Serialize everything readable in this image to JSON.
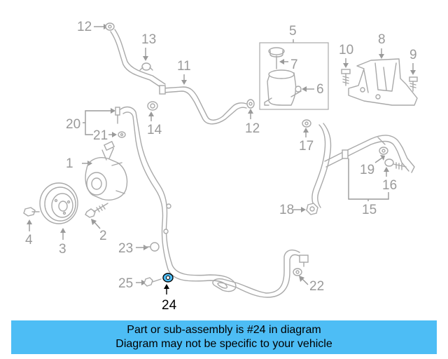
{
  "diagram": {
    "callouts": {
      "p1": "1",
      "p2": "2",
      "p3": "3",
      "p4": "4",
      "p5": "5",
      "p6": "6",
      "p7": "7",
      "p8": "8",
      "p9": "9",
      "p10": "10",
      "p11": "11",
      "p12a": "12",
      "p12b": "12",
      "p13": "13",
      "p14": "14",
      "p15": "15",
      "p16": "16",
      "p17": "17",
      "p18": "18",
      "p19": "19",
      "p20": "20",
      "p21": "21",
      "p22": "22",
      "p23": "23",
      "p24": "24",
      "p25": "25"
    },
    "highlighted_part": "24",
    "highlight_color": "#4dbdf5",
    "line_color": "#a9a9a9"
  },
  "banner": {
    "line1": "Part or sub-assembly is #24 in diagram",
    "line2": "Diagram may not be specific to your vehicle",
    "color": "#4dbdf5"
  }
}
